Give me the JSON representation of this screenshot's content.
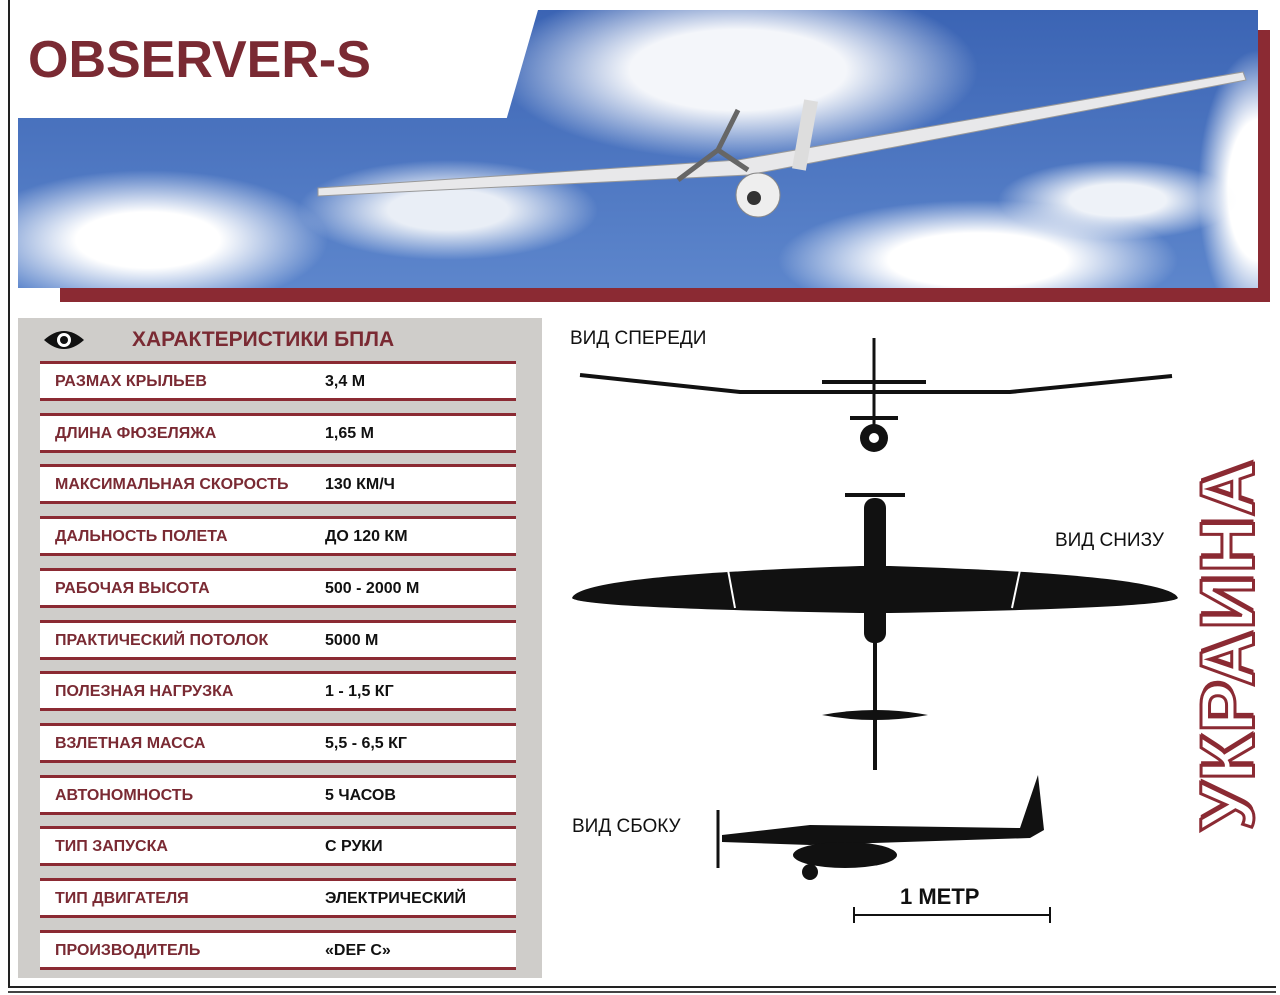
{
  "title": "OBSERVER-S",
  "specs": {
    "heading": "ХАРАКТЕРИСТИКИ БПЛА",
    "rows": [
      {
        "label": "РАЗМАХ КРЫЛЬЕВ",
        "value": "3,4 М"
      },
      {
        "label": "ДЛИНА ФЮЗЕЛЯЖА",
        "value": "1,65 М"
      },
      {
        "label": "МАКСИМАЛЬНАЯ СКОРОСТЬ",
        "value": "130 КМ/Ч"
      },
      {
        "label": "ДАЛЬНОСТЬ ПОЛЕТА",
        "value": "ДО 120 КМ"
      },
      {
        "label": "РАБОЧАЯ ВЫСОТА",
        "value": "500 - 2000 М"
      },
      {
        "label": "ПРАКТИЧЕСКИЙ ПОТОЛОК",
        "value": "5000 М"
      },
      {
        "label": "ПОЛЕЗНАЯ НАГРУЗКА",
        "value": "1 - 1,5 КГ"
      },
      {
        "label": "ВЗЛЕТНАЯ МАССА",
        "value": "5,5 - 6,5 КГ"
      },
      {
        "label": "АВТОНОМНОСТЬ",
        "value": "5 ЧАСОВ"
      },
      {
        "label": "ТИП ЗАПУСКА",
        "value": "С РУКИ"
      },
      {
        "label": "ТИП ДВИГАТЕЛЯ",
        "value": "ЭЛЕКТРИЧЕСКИЙ"
      },
      {
        "label": "ПРОИЗВОДИТЕЛЬ",
        "value": "«DEF C»"
      }
    ]
  },
  "views": {
    "front": "ВИД СПЕРЕДИ",
    "bottom": "ВИД СНИЗУ",
    "side": "ВИД СБОКУ",
    "scale": "1 МЕТР"
  },
  "country": "УКРАИНА",
  "colors": {
    "accent": "#8b2a33",
    "panel": "#cfcdca",
    "sky": "#3b64b4"
  }
}
